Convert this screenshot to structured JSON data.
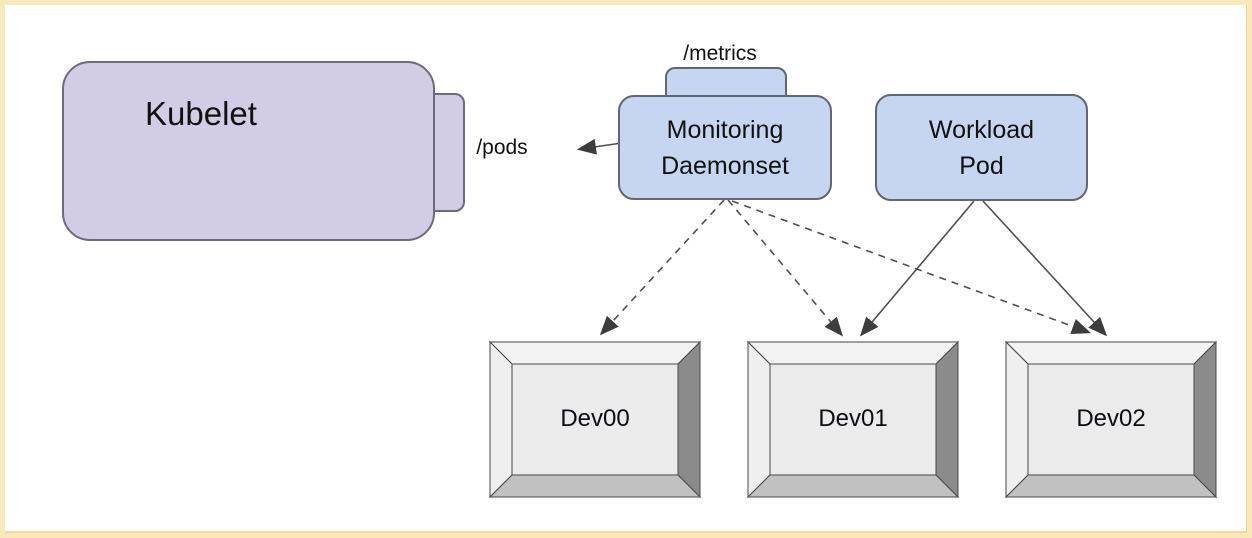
{
  "diagram": {
    "kubelet": {
      "label": "Kubelet",
      "endpoint_label": "/pods"
    },
    "monitoring_daemonset": {
      "label": "Monitoring\nDaemonset",
      "endpoint_label": "/metrics"
    },
    "workload_pod": {
      "label": "Workload\nPod"
    },
    "devices": [
      {
        "label": "Dev00"
      },
      {
        "label": "Dev01"
      },
      {
        "label": "Dev02"
      }
    ],
    "edges": [
      {
        "from": "monitoring-daemonset",
        "to": "kubelet",
        "via_endpoint": "/pods",
        "style": "solid-arrow"
      },
      {
        "from": "monitoring-daemonset",
        "to": "dev00",
        "style": "dashed-arrow"
      },
      {
        "from": "monitoring-daemonset",
        "to": "dev01",
        "style": "dashed-arrow"
      },
      {
        "from": "monitoring-daemonset",
        "to": "dev02",
        "style": "dashed-arrow"
      },
      {
        "from": "workload-pod",
        "to": "dev01",
        "style": "solid-arrow"
      },
      {
        "from": "workload-pod",
        "to": "dev02",
        "style": "solid-arrow"
      }
    ],
    "colors": {
      "frame_border": "#fae8bb",
      "kubelet_fill": "#d3cce5",
      "pod_fill": "#c6d6f0",
      "device_face": "#ebebeb",
      "device_bevel_dark": "#8b8b8b",
      "arrow": "#3d3d3d"
    }
  }
}
